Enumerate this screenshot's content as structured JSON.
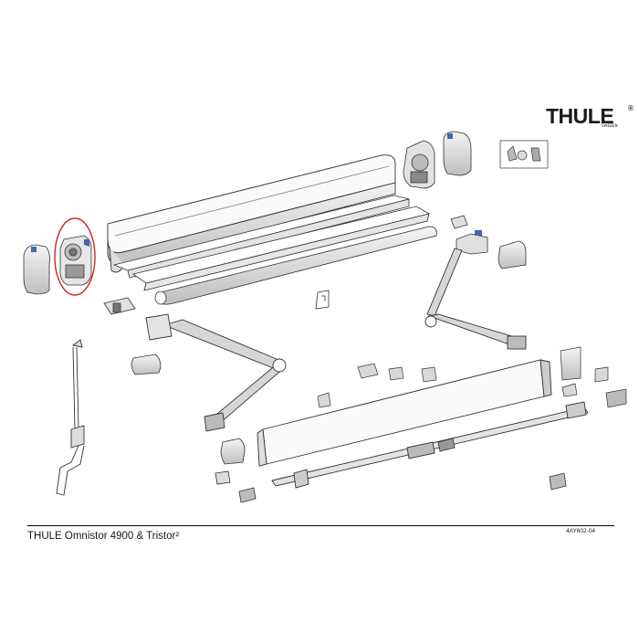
{
  "brand": {
    "logo_text": "THULE",
    "registered_mark": "®",
    "sub_text": "SWEDEN"
  },
  "footer": {
    "title": "THULE Omnistor 4900 & Tristor²",
    "code": "4AY602-04"
  },
  "highlight": {
    "color": "#d62020",
    "target": "end-cap-gear-housing-left"
  },
  "colors": {
    "line": "#333333",
    "shade": "#cfcfcf",
    "dark": "#555555"
  }
}
